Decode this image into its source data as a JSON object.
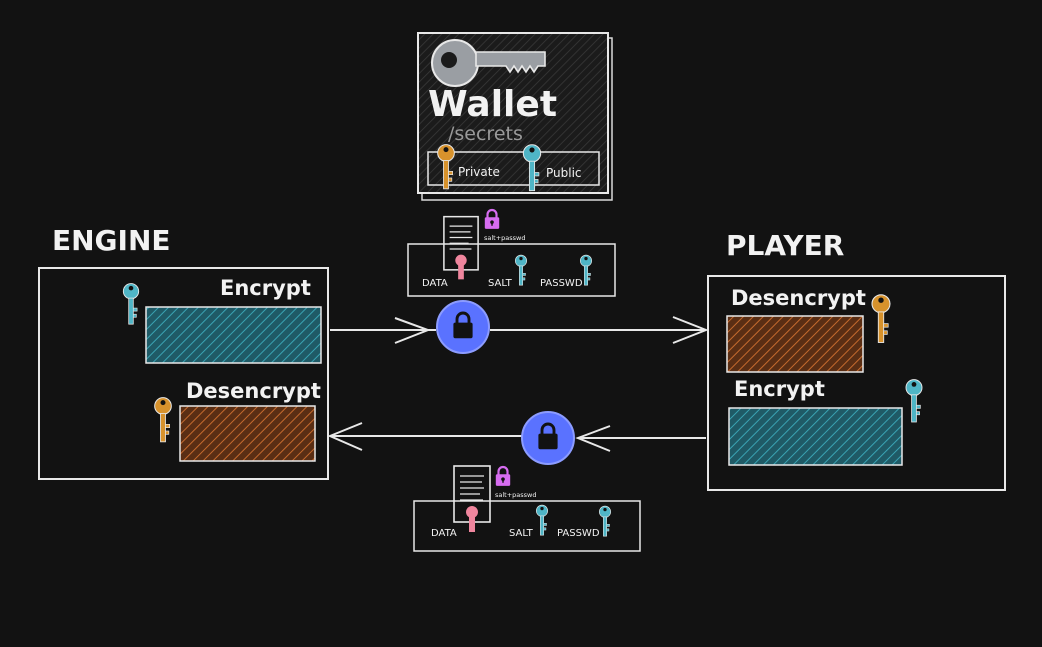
{
  "wallet": {
    "title": "Wallet",
    "subtitle": "/secrets",
    "private_label": "Private",
    "public_label": "Public"
  },
  "engine": {
    "title": "ENGINE",
    "encrypt_label": "Encrypt",
    "decrypt_label": "Desencrypt"
  },
  "player": {
    "title": "PLAYER",
    "decrypt_label": "Desencrypt",
    "encrypt_label": "Encrypt"
  },
  "packet_top": {
    "data_label": "DATA",
    "salt_label": "SALT",
    "passwd_label": "PASSWD",
    "lock_caption": "salt+passwd"
  },
  "packet_bottom": {
    "data_label": "DATA",
    "salt_label": "SALT",
    "passwd_label": "PASSWD",
    "lock_caption": "salt+passwd"
  },
  "colors": {
    "background": "#121212",
    "stroke": "#e8e8e8",
    "teal": "#1f5a66",
    "teal_hatch": "#3aa3b3",
    "rust": "#5a2e14",
    "rust_hatch": "#c56a2e",
    "gold_key": "#d7922c",
    "blue_key": "#4fb5c6",
    "lock_fill": "#5a72ff",
    "lock_pink": "#d66cf0",
    "seal_pink": "#f0869e"
  },
  "icons": {
    "wallet_key": "key-icon",
    "private_key": "gold-key-icon",
    "public_key": "teal-key-icon",
    "lock": "padlock-icon",
    "document": "document-icon",
    "arrow": "arrow-icon"
  }
}
